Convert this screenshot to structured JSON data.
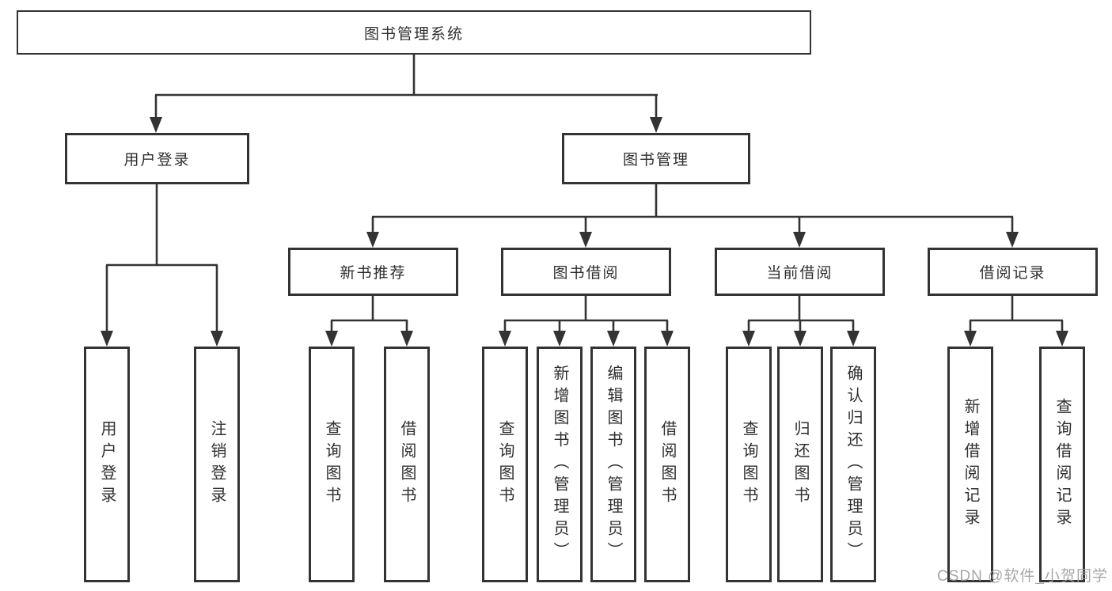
{
  "diagram": {
    "root": {
      "label": "图书管理系统"
    },
    "branches": [
      {
        "label": "用户登录",
        "children": [
          {
            "label": "用户登录"
          },
          {
            "label": "注销登录"
          }
        ]
      },
      {
        "label": "图书管理",
        "children": [
          {
            "label": "新书推荐",
            "children": [
              {
                "label": "查询图书"
              },
              {
                "label": "借阅图书"
              }
            ]
          },
          {
            "label": "图书借阅",
            "children": [
              {
                "label": "查询图书"
              },
              {
                "label": "新增图书（管理员）"
              },
              {
                "label": "编辑图书（管理员）"
              },
              {
                "label": "借阅图书"
              }
            ]
          },
          {
            "label": "当前借阅",
            "children": [
              {
                "label": "查询图书"
              },
              {
                "label": "归还图书"
              },
              {
                "label": "确认归还（管理员）"
              }
            ]
          },
          {
            "label": "借阅记录",
            "children": [
              {
                "label": "新增借阅记录"
              },
              {
                "label": "查询借阅记录"
              }
            ]
          }
        ]
      }
    ]
  },
  "watermark": {
    "text": "CSDN @软件_小贺同学"
  },
  "colors": {
    "line": "#333333",
    "box_border": "#333333",
    "box_fill": "#ffffff",
    "text": "#2f2f2f",
    "watermark": "#9e9e9e",
    "background": "#ffffff"
  }
}
